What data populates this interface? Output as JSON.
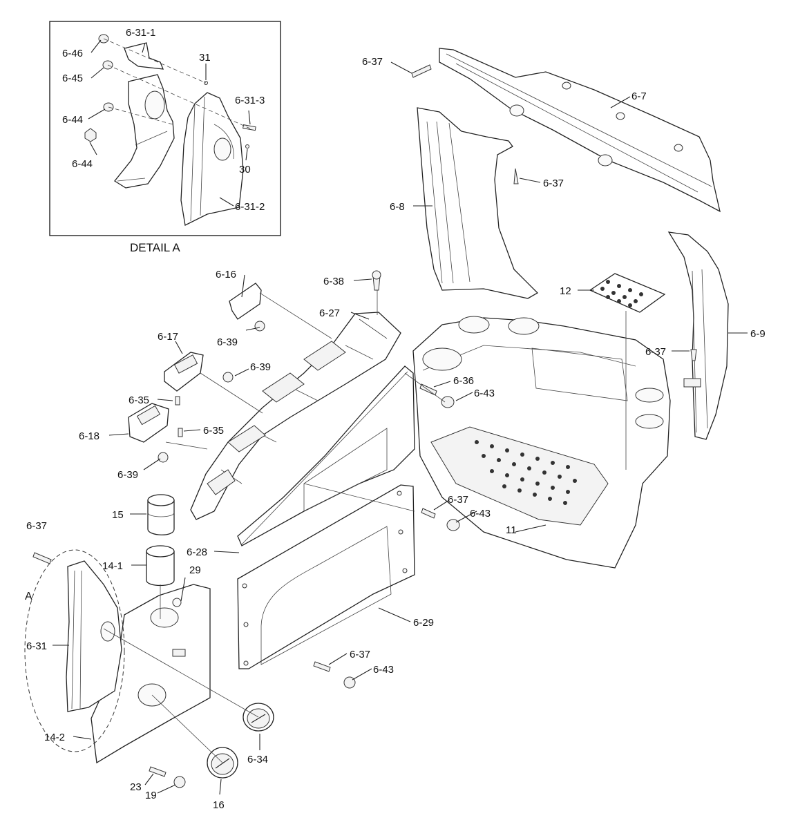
{
  "detail_title": "DETAIL A",
  "detail_marker": "A",
  "callouts": [
    {
      "id": "c-6-31-1",
      "text": "6-31-1"
    },
    {
      "id": "c-6-46",
      "text": "6-46"
    },
    {
      "id": "c-31",
      "text": "31"
    },
    {
      "id": "c-6-45",
      "text": "6-45"
    },
    {
      "id": "c-6-31-3",
      "text": "6-31-3"
    },
    {
      "id": "c-6-44a",
      "text": "6-44"
    },
    {
      "id": "c-6-44b",
      "text": "6-44"
    },
    {
      "id": "c-30",
      "text": "30"
    },
    {
      "id": "c-6-31-2",
      "text": "6-31-2"
    },
    {
      "id": "c-6-37a",
      "text": "6-37"
    },
    {
      "id": "c-6-7",
      "text": "6-7"
    },
    {
      "id": "c-6-37b",
      "text": "6-37"
    },
    {
      "id": "c-6-8",
      "text": "6-8"
    },
    {
      "id": "c-6-16",
      "text": "6-16"
    },
    {
      "id": "c-6-38",
      "text": "6-38"
    },
    {
      "id": "c-12",
      "text": "12"
    },
    {
      "id": "c-6-27",
      "text": "6-27"
    },
    {
      "id": "c-6-39a",
      "text": "6-39"
    },
    {
      "id": "c-6-17",
      "text": "6-17"
    },
    {
      "id": "c-6-39b",
      "text": "6-39"
    },
    {
      "id": "c-6-9",
      "text": "6-9"
    },
    {
      "id": "c-6-37c",
      "text": "6-37"
    },
    {
      "id": "c-6-36",
      "text": "6-36"
    },
    {
      "id": "c-6-43a",
      "text": "6-43"
    },
    {
      "id": "c-6-35a",
      "text": "6-35"
    },
    {
      "id": "c-6-35b",
      "text": "6-35"
    },
    {
      "id": "c-6-18",
      "text": "6-18"
    },
    {
      "id": "c-6-39c",
      "text": "6-39"
    },
    {
      "id": "c-15",
      "text": "15"
    },
    {
      "id": "c-6-37d",
      "text": "6-37"
    },
    {
      "id": "c-6-43b",
      "text": "6-43"
    },
    {
      "id": "c-6-37e",
      "text": "6-37"
    },
    {
      "id": "c-11",
      "text": "11"
    },
    {
      "id": "c-6-28",
      "text": "6-28"
    },
    {
      "id": "c-14-1",
      "text": "14-1"
    },
    {
      "id": "c-29",
      "text": "29"
    },
    {
      "id": "c-6-29",
      "text": "6-29"
    },
    {
      "id": "c-6-31",
      "text": "6-31"
    },
    {
      "id": "c-6-37f",
      "text": "6-37"
    },
    {
      "id": "c-6-43c",
      "text": "6-43"
    },
    {
      "id": "c-14-2",
      "text": "14-2"
    },
    {
      "id": "c-6-34",
      "text": "6-34"
    },
    {
      "id": "c-23",
      "text": "23"
    },
    {
      "id": "c-19",
      "text": "19"
    },
    {
      "id": "c-16",
      "text": "16"
    }
  ]
}
